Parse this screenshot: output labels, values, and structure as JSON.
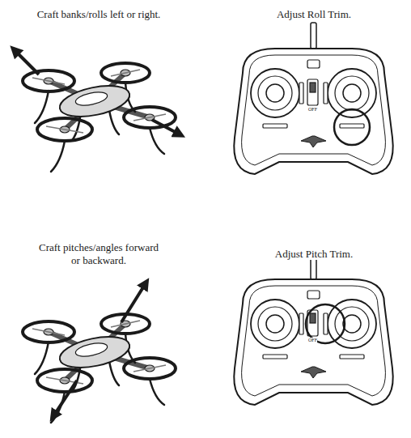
{
  "diagram": {
    "labels": [
      "Craft banks/rolls left or right.",
      "Adjust Roll Trim.",
      "OFF",
      "Craft pitches/angles forward or backward.",
      "Adjust Pitch Trim.",
      "OFF"
    ]
  }
}
